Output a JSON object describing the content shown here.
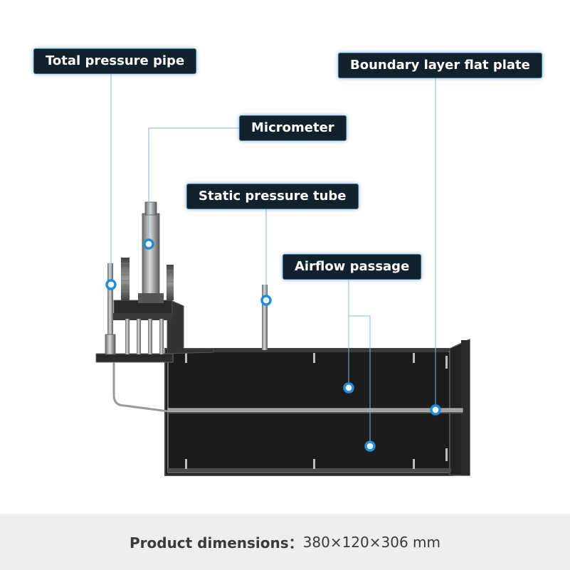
{
  "labels": {
    "total_pressure_pipe": "Total pressure pipe",
    "boundary_layer_flat_plate": "Boundary layer flat plate",
    "micrometer": "Micrometer",
    "static_pressure_tube": "Static pressure tube",
    "airflow_passage": "Airflow passage"
  },
  "footer": {
    "label": "Product dimensions：",
    "value": "380×120×306 mm"
  },
  "colors": {
    "label_bg": "#12222d",
    "leader_line": "#8ab8d4",
    "marker_dot": "#1e8fd6",
    "channel": "#1c1c1c",
    "footer_bg": "#eeeeee"
  }
}
